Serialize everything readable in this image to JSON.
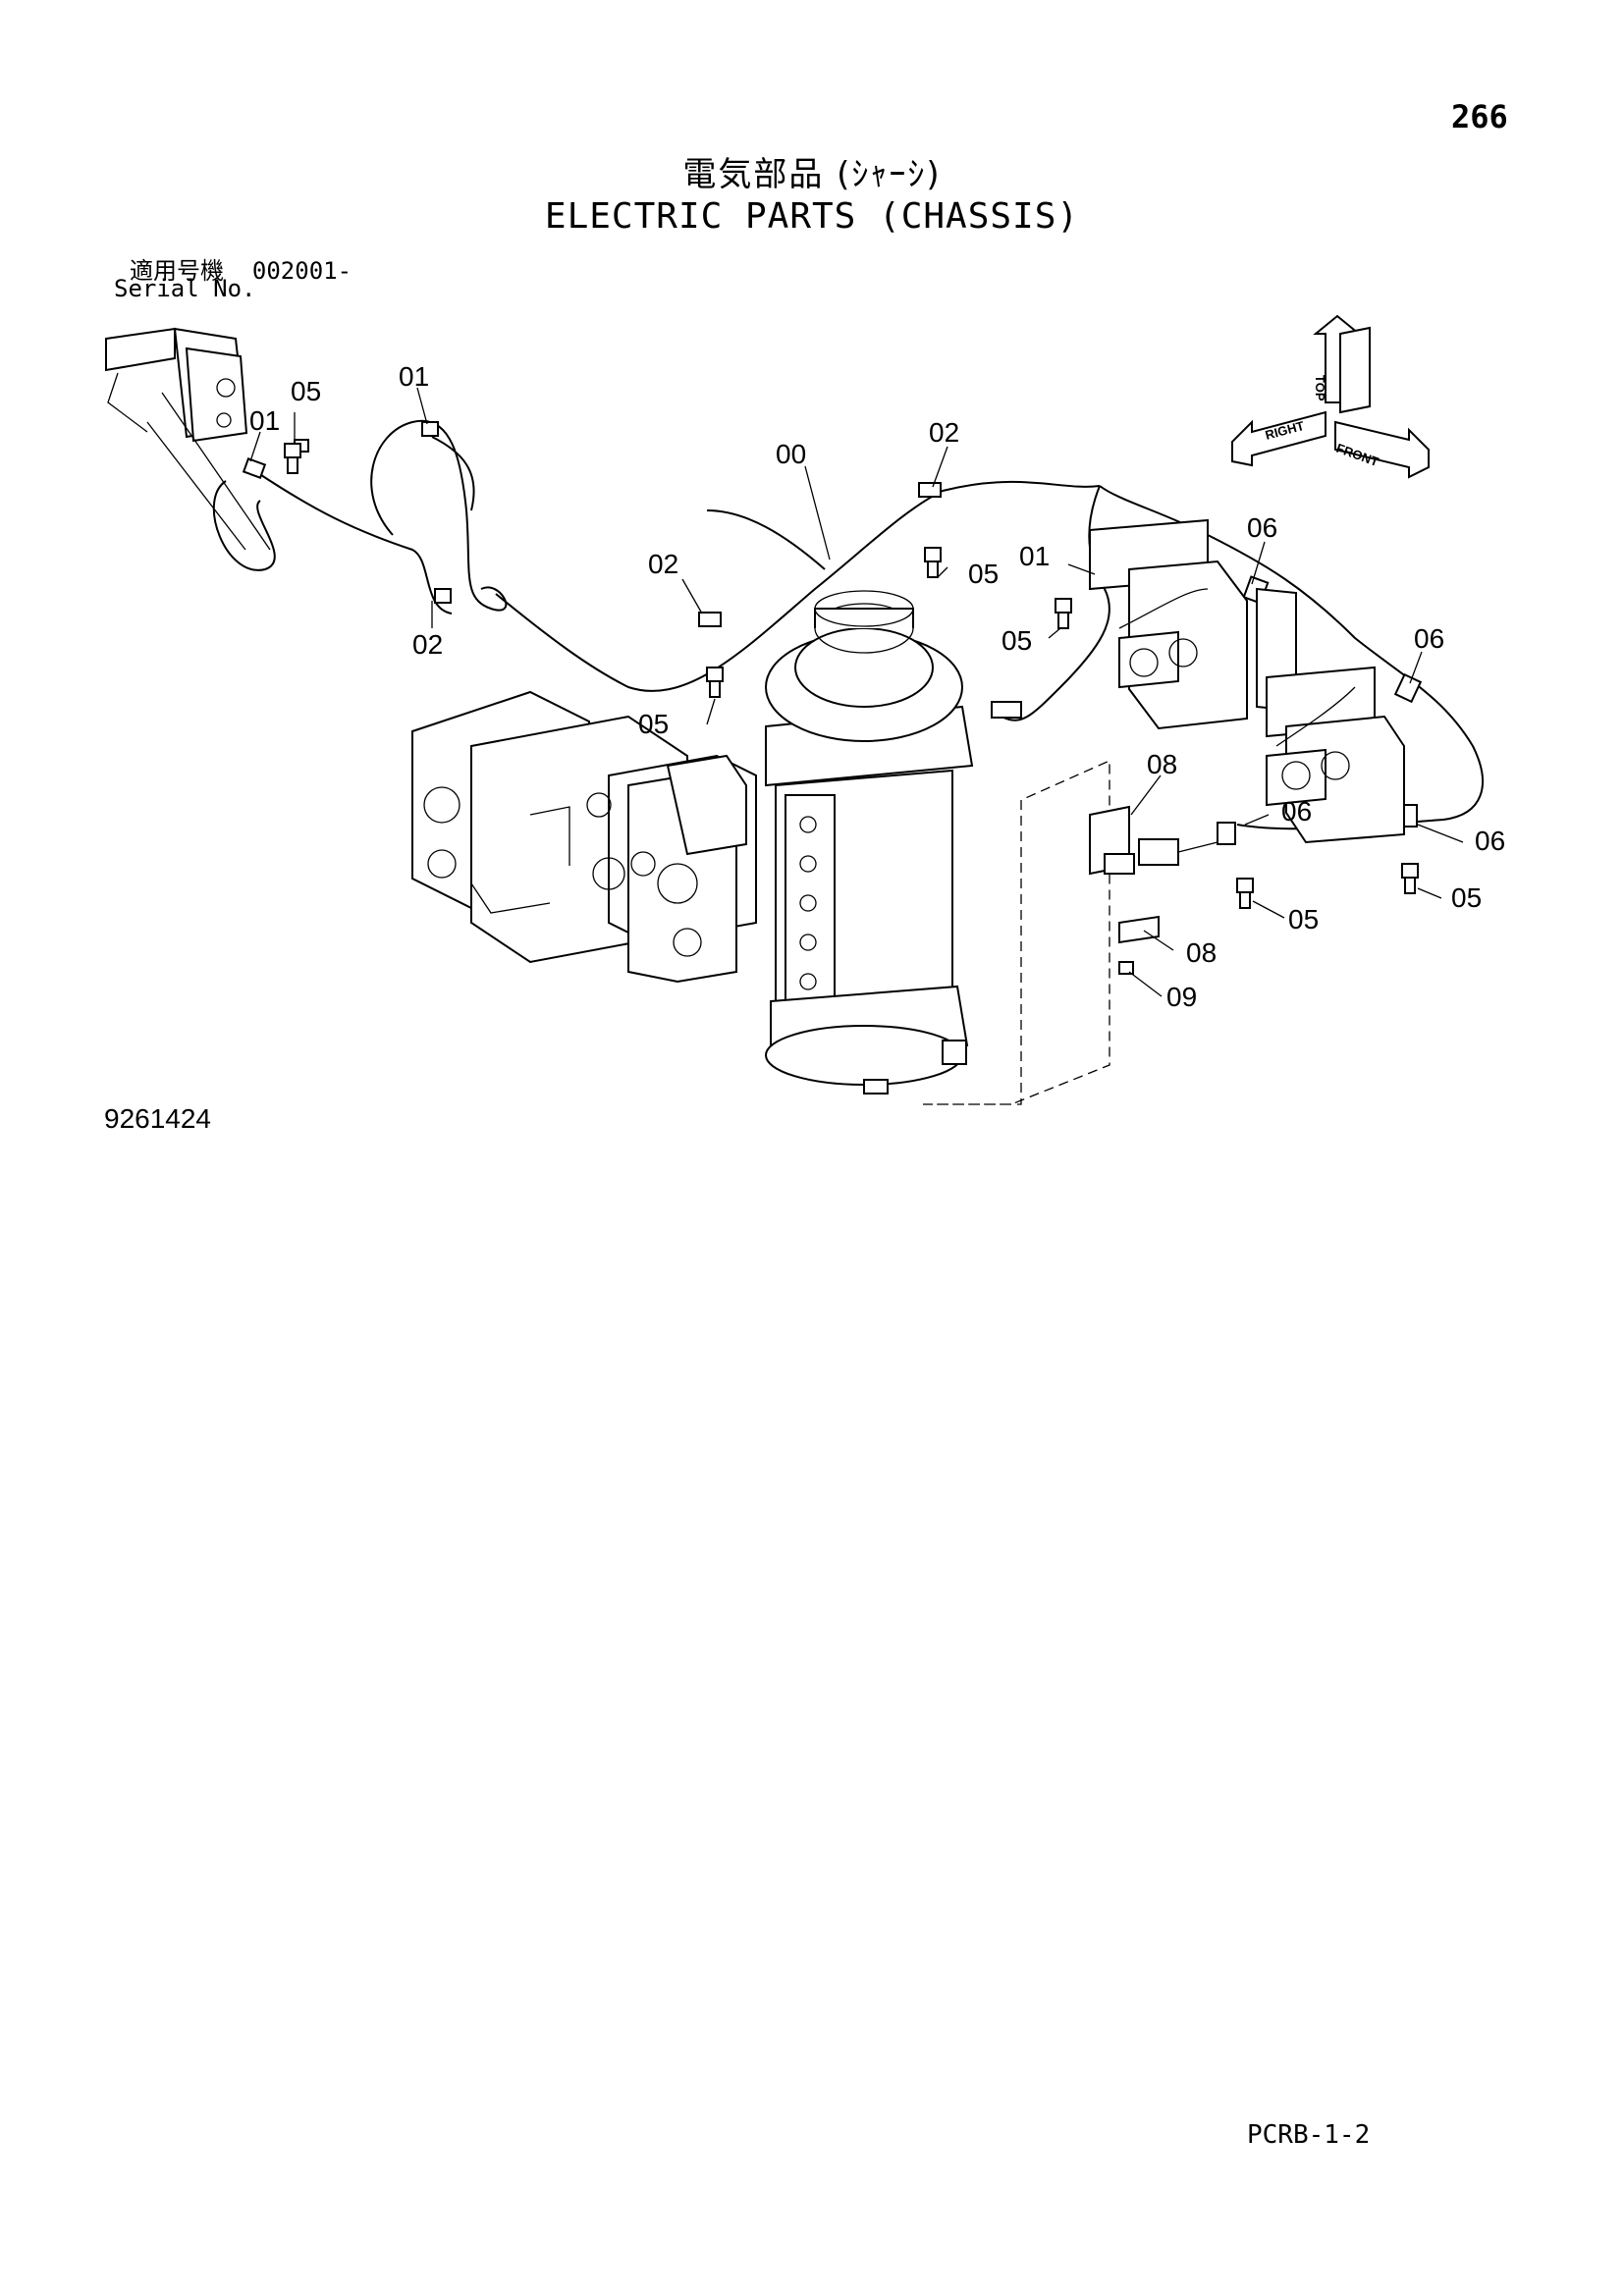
{
  "page_number": "266",
  "title_jp": "電気部品 (ｼｬｰｼ)",
  "title_en": "ELECTRIC PARTS (CHASSIS)",
  "serial_label_jp": "適用号機",
  "serial_value": "002001-",
  "serial_label_en": "Serial No.",
  "figure_code": "9261424",
  "page_code": "PCRB-1-2",
  "direction_labels": {
    "top": "TOP",
    "front": "FRONT",
    "right": "RIGHT"
  },
  "callouts": {
    "c_05_a": "05",
    "c_01_a": "01",
    "c_01_b": "01",
    "c_00": "00",
    "c_02_a": "02",
    "c_02_b": "02",
    "c_02_c": "02",
    "c_05_b": "05",
    "c_05_c": "05",
    "c_01_c": "01",
    "c_05_d": "05",
    "c_06_a": "06",
    "c_06_b": "06",
    "c_06_c": "06",
    "c_06_d": "06",
    "c_08_a": "08",
    "c_08_b": "08",
    "c_09": "09",
    "c_05_e": "05",
    "c_05_f": "05"
  }
}
